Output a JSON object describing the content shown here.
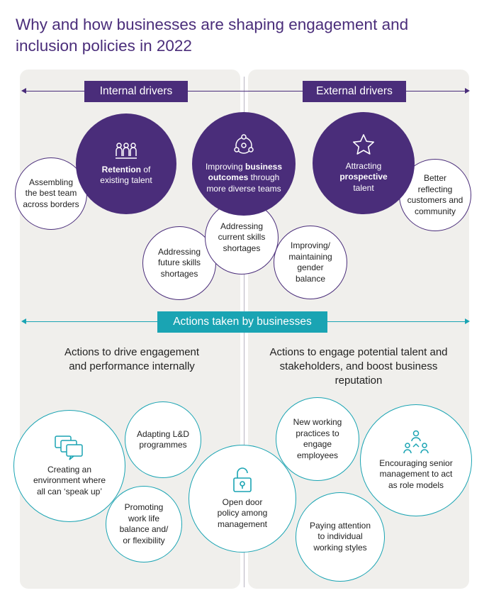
{
  "title": "Why and how businesses are shaping engagement and inclusion policies in 2022",
  "colors": {
    "purple": "#4a2d7a",
    "teal": "#1aa4b3",
    "panel": "#f0efec"
  },
  "labels": {
    "internal": "Internal drivers",
    "external": "External drivers",
    "actions": "Actions taken by businesses"
  },
  "drivers": {
    "retention": {
      "bold": "Retention",
      "rest1": " of",
      "line2": "existing talent"
    },
    "improving": {
      "line1": "Improving ",
      "bold1": "business",
      "bold2": "outcomes",
      "rest2": " through",
      "line3": "more diverse teams"
    },
    "attracting": {
      "line1": "Attracting",
      "bold": "prospective",
      "line3": "talent"
    },
    "assembling": [
      "Assembling",
      "the best team",
      "across borders"
    ],
    "better": [
      "Better",
      "reflecting",
      "customers and",
      "community"
    ],
    "current": [
      "Addressing",
      "current skills",
      "shortages"
    ],
    "future": [
      "Addressing",
      "future skills",
      "shortages"
    ],
    "gender": [
      "Improving/",
      "maintaining",
      "gender",
      "balance"
    ]
  },
  "headings": {
    "internal": "Actions to drive engagement and performance internally",
    "external": "Actions to engage potential talent and stakeholders, and boost business reputation"
  },
  "actions": {
    "speakup": [
      "Creating an",
      "environment where",
      "all can ‘speak up’"
    ],
    "ld": [
      "Adapting L&D",
      "programmes"
    ],
    "worklife": [
      "Promoting",
      "work life",
      "balance and/",
      "or flexibility"
    ],
    "opendoor": [
      "Open door",
      "policy among",
      "management"
    ],
    "practices": [
      "New working",
      "practices to",
      "engage",
      "employees"
    ],
    "senior": [
      "Encouraging senior",
      "management to act",
      "as role models"
    ],
    "styles": [
      "Paying attention",
      "to individual",
      "working styles"
    ]
  }
}
